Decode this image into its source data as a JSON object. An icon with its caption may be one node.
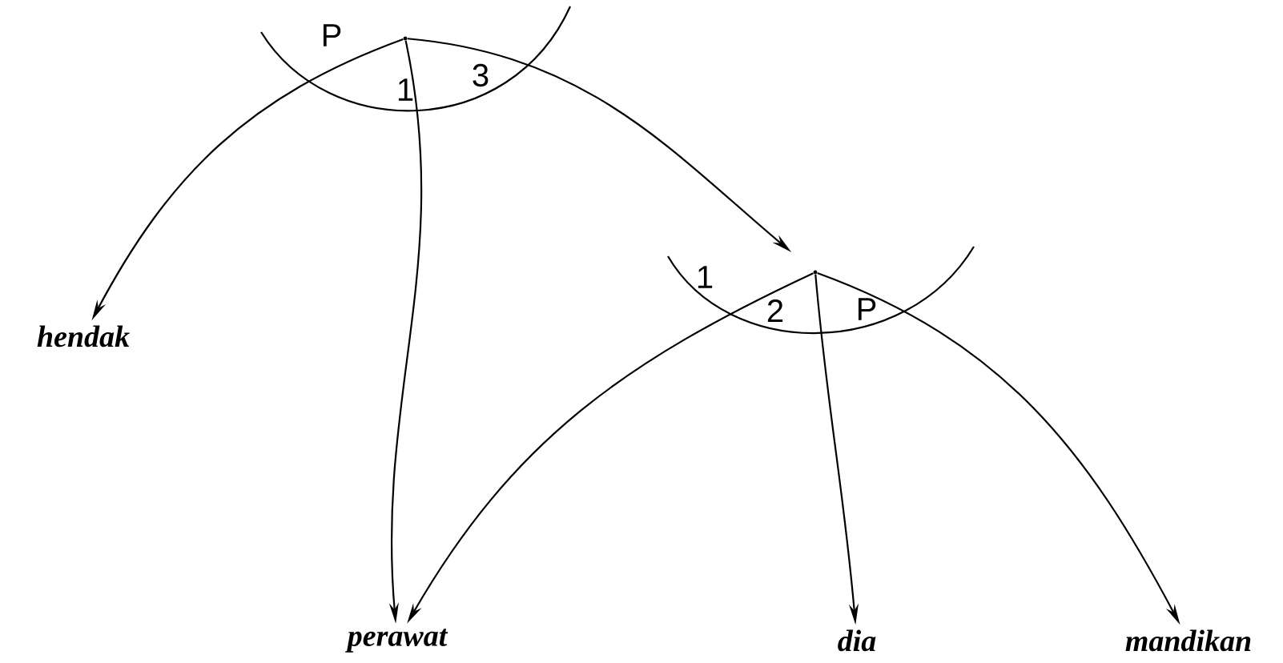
{
  "diagram": {
    "nodes": [
      {
        "text": [],
        "shape": "point"
      },
      {
        "text": [
          "hendak"
        ]
      },
      {
        "text": [
          "perawat"
        ]
      },
      {
        "text": [],
        "shape": "point"
      },
      {
        "text": [
          "dia"
        ]
      },
      {
        "text": [
          "mandikan"
        ]
      }
    ],
    "edges": [
      {
        "from": 0,
        "to": 1,
        "arrow": "to",
        "label": "P"
      },
      {
        "from": 0,
        "to": 2,
        "arrow": "to",
        "label": "1"
      },
      {
        "from": 0,
        "to": 3,
        "arrow": "to",
        "label": "3"
      },
      {
        "from": 3,
        "to": 2,
        "arrow": "to",
        "label": "1"
      },
      {
        "from": 3,
        "to": 4,
        "arrow": "to",
        "label": "2"
      },
      {
        "from": 3,
        "to": 5,
        "arrow": "to",
        "label": "P"
      }
    ]
  }
}
